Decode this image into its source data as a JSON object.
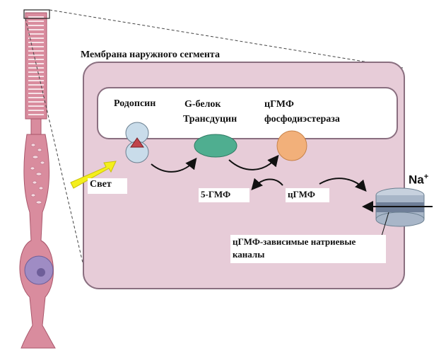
{
  "labels": {
    "membrane": "Мембрана наружного сегмента",
    "rhodopsin": "Родопсин",
    "g_protein_line1": "G-белок",
    "g_protein_line2": "Трансдуцин",
    "pde_line1": "цГМФ",
    "pde_line2": "фосфодиэстераза",
    "light": "Свет",
    "gmp5": "5-ГМФ",
    "cgmp": "цГМФ",
    "channel_line1": "цГМФ-зависимые натриевые",
    "channel_line2": "каналы",
    "ion": "Na",
    "ion_charge": "+"
  },
  "colors": {
    "rod_pink": "#d98c9e",
    "cytoplasm": "#e7ccd8",
    "membrane_border": "#8a6f80",
    "rhodopsin": "#c9dcea",
    "rhodopsin_core": "#c0444a",
    "transducin": "#4fae90",
    "pde": "#f2b07a",
    "light_arrow": "#f4ef1c",
    "channel": "#a8b6c8",
    "nucleus": "#9f8cc4"
  }
}
